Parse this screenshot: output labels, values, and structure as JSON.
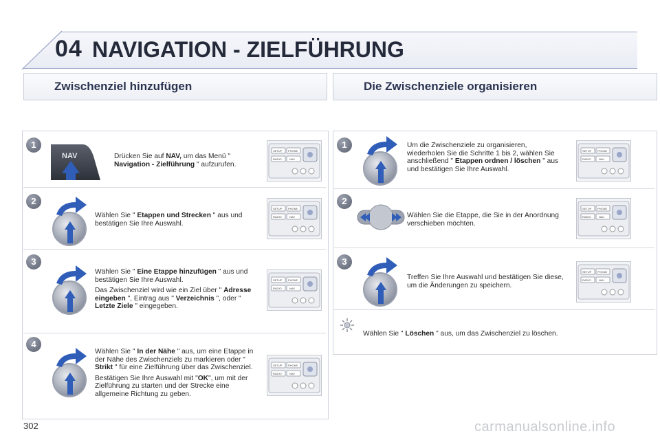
{
  "header": {
    "chapter_number": "04",
    "chapter_title": "NAVIGATION - ZIELFÜHRUNG"
  },
  "left": {
    "title": "Zwischenziel hinzufügen",
    "steps": [
      {
        "num": "1",
        "icon": "nav-button-icon",
        "nav_label": "NAV",
        "parts": [
          {
            "t": "Drücken Sie auf "
          },
          {
            "b": "NAV,"
          },
          {
            "t": " um das Menü "
          },
          {
            "t": "\" "
          },
          {
            "b": "Navigation - Zielführung"
          },
          {
            "t": " \" aufzurufen."
          }
        ]
      },
      {
        "num": "2",
        "icon": "rotary-knob-icon",
        "parts": [
          {
            "t": "Wählen Sie \" "
          },
          {
            "b": "Etappen und Strecken"
          },
          {
            "t": " \" aus und bestätigen Sie Ihre Auswahl."
          }
        ]
      },
      {
        "num": "3",
        "icon": "rotary-knob-icon",
        "parts": [
          {
            "t": "Wählen Sie \" "
          },
          {
            "b": "Eine Etappe hinzufügen"
          },
          {
            "t": " \" aus und bestätigen Sie Ihre Auswahl."
          }
        ],
        "parts2": [
          {
            "t": "Das Zwischenziel wird wie ein Ziel über \" "
          },
          {
            "b": "Adresse eingeben"
          },
          {
            "t": " \", Eintrag aus \" "
          },
          {
            "b": "Verzeichnis"
          },
          {
            "t": " \", oder \" "
          },
          {
            "b": "Letzte Ziele"
          },
          {
            "t": " \" eingegeben."
          }
        ]
      },
      {
        "num": "4",
        "icon": "rotary-knob-icon",
        "parts": [
          {
            "t": "Wählen Sie \" "
          },
          {
            "b": "In der Nähe"
          },
          {
            "t": " \" aus, um eine Etappe in der Nähe des Zwischenziels zu markieren oder \" "
          },
          {
            "b": "Strikt"
          },
          {
            "t": " \" für eine Zielführung über das Zwischenziel."
          }
        ],
        "parts2": [
          {
            "t": "Bestätigen Sie Ihre Auswahl mit \""
          },
          {
            "b": "OK"
          },
          {
            "t": "\", um mit der Zielführung zu starten und der Strecke eine allgemeine Richtung zu geben."
          }
        ]
      }
    ]
  },
  "right": {
    "title": "Die Zwischenziele organisieren",
    "steps": [
      {
        "num": "1",
        "icon": "rotary-knob-icon",
        "parts": [
          {
            "t": "Um die Zwischenziele zu organisieren, wiederholen Sie die Schritte 1 bis 2, wählen Sie anschließend \" "
          },
          {
            "b": "Etappen ordnen / löschen"
          },
          {
            "t": " \" aus und bestätigen Sie Ihre Auswahl."
          }
        ]
      },
      {
        "num": "2",
        "icon": "direction-pad-icon",
        "parts": [
          {
            "t": "Wählen Sie die Etappe, die Sie in der Anordnung verschieben möchten."
          }
        ]
      },
      {
        "num": "3",
        "icon": "rotary-knob-icon",
        "parts": [
          {
            "t": "Treffen Sie Ihre Auswahl und bestätigen Sie diese, um die Änderungen zu speichern."
          }
        ]
      },
      {
        "num": "",
        "icon": "sun-icon",
        "parts": [
          {
            "t": "Wählen Sie \" "
          },
          {
            "b": "Löschen"
          },
          {
            "t": " \" aus, um das Zwischenziel zu löschen."
          }
        ]
      }
    ]
  },
  "radio_labels": {
    "setup": "SETUP",
    "phone": "PHONE",
    "radio": "RADIO",
    "nav": "NAV"
  },
  "footer": {
    "page_number": "302",
    "watermark": "carmanualsonline.info"
  }
}
